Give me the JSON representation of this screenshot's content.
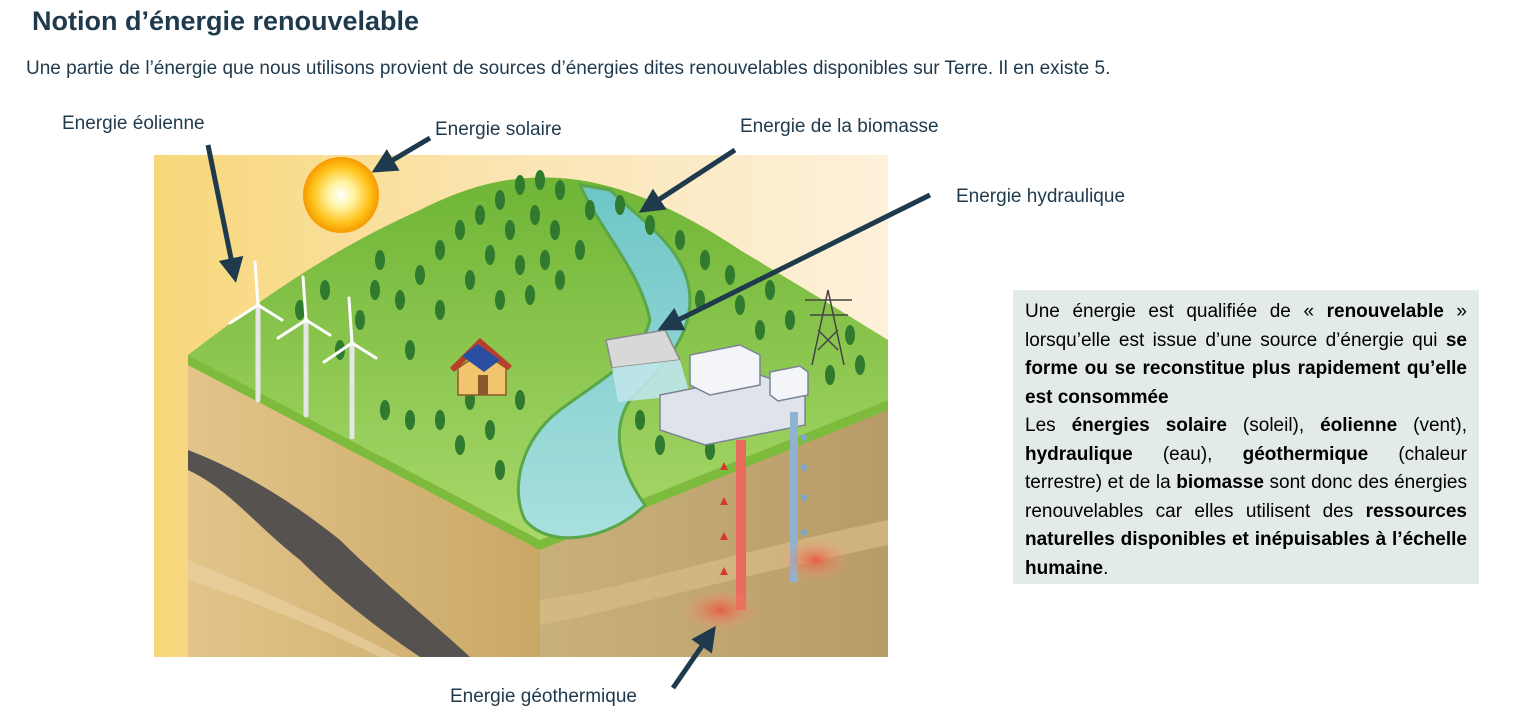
{
  "title": "Notion d’énergie renouvelable",
  "subtitle": "Une partie de l’énergie que nous utilisons provient de sources d’énergies dites renouvelables disponibles sur Terre.  Il en existe 5.",
  "labels": {
    "eolienne": "Energie éolienne",
    "solaire": "Energie solaire",
    "biomasse": "Energie de la biomasse",
    "hydraulique": "Energie hydraulique",
    "geothermique": "Energie géothermique"
  },
  "definition": {
    "p1_t1": "Une énergie est qualifiée de « ",
    "p1_b1": "renouvelable",
    "p1_t2": " » lorsqu’elle est issue d’une source d’énergie qui ",
    "p1_b2": "se forme ou se reconstitue plus rapidement qu’elle est consommée",
    "p2_t1": "Les ",
    "p2_b1": "énergies solaire",
    "p2_t2": " (soleil), ",
    "p2_b2": "éolienne",
    "p2_t3": " (vent), ",
    "p2_b3": "hydraulique",
    "p2_t4": " (eau), ",
    "p2_b4": "géothermique",
    "p2_t5": " (chaleur terrestre) et de la ",
    "p2_b5": "biomasse",
    "p2_t6": " sont donc des énergies renouvelables car elles utilisent des ",
    "p2_b6": "ressources naturelles disponibles et inépuisables à l’échelle humaine",
    "p2_t7": "."
  },
  "colors": {
    "text": "#1f3a4d",
    "arrow": "#1f3a4d",
    "box_bg": "#e3ebea",
    "grass": "#8cc63f",
    "water": "#7fcbd0"
  }
}
